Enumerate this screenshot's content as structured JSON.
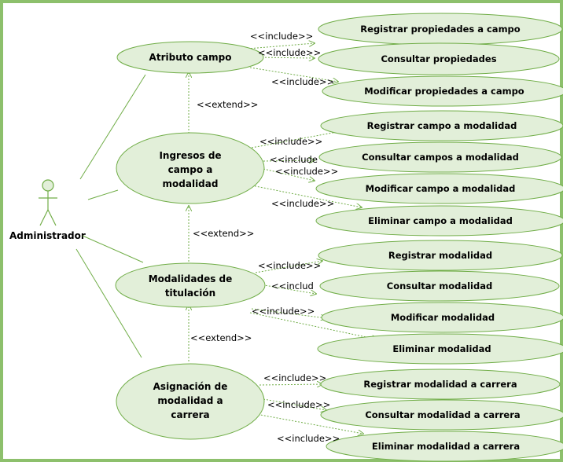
{
  "actor": {
    "name": "Administrador"
  },
  "colors": {
    "border": "#8dc06c",
    "ellipse_fill": "#e2efd9",
    "ellipse_stroke": "#70ad47",
    "line": "#70ad47",
    "text": "#000000"
  },
  "main_cases": {
    "atributo": "Atributo campo",
    "ingresos": [
      "Ingresos de",
      "campo a",
      "modalidad"
    ],
    "modalidades": [
      "Modalidades de",
      "titulación"
    ],
    "asignacion": [
      "Asignación de",
      "modalidad a",
      "carrera"
    ]
  },
  "sub_cases": {
    "registrar_propiedades": "Registrar propiedades a campo",
    "consultar_propiedades": "Consultar propiedades",
    "modificar_propiedades": "Modificar propiedades a campo",
    "registrar_campo": "Registrar campo a modalidad",
    "consultar_campos": "Consultar campos a modalidad",
    "modificar_campo": "Modificar campo a modalidad",
    "eliminar_campo": "Eliminar campo a modalidad",
    "registrar_modalidad": "Registrar modalidad",
    "consultar_modalidad": "Consultar modalidad",
    "modificar_modalidad": "Modificar modalidad",
    "eliminar_modalidad": "Eliminar modalidad",
    "registrar_mod_carrera": "Registrar modalidad a carrera",
    "consultar_mod_carrera": "Consultar modalidad a carrera",
    "eliminar_mod_carrera": "Eliminar modalidad a carrera"
  },
  "labels": {
    "include": "<<include>>",
    "include_partial": "<<includ",
    "include_partial2": "<<include",
    "extend": "<<extend>>"
  }
}
